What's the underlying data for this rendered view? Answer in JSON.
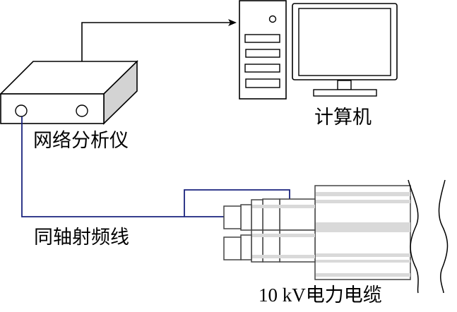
{
  "title": "10 kV cable measurement setup",
  "labels": {
    "network_analyzer": "网络分析仪",
    "computer": "计算机",
    "coax_cable": "同轴射频线",
    "power_cable_voltage": "10 kV",
    "power_cable_name": "电力电缆"
  },
  "colors": {
    "line": "#000000",
    "coax": "#1a237e",
    "cable_outline": "#444444",
    "stripe": "#d9d9d9",
    "side_shade": "#d3d3d3"
  }
}
